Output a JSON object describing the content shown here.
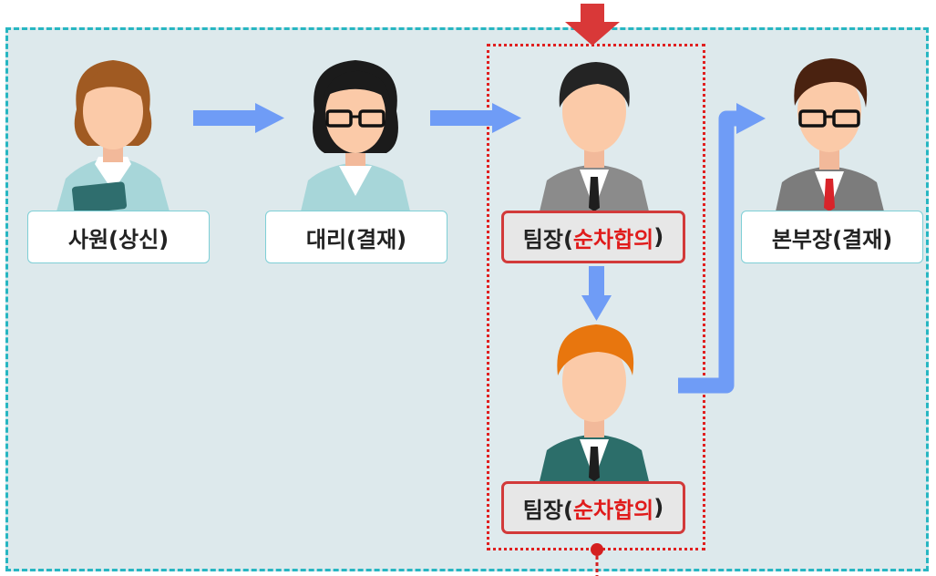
{
  "roles": [
    {
      "id": "employee",
      "text": "사원(상신)"
    },
    {
      "id": "assistant",
      "text": "대리(결재)"
    },
    {
      "id": "team-leader-1",
      "text_main": "팀장(",
      "text_highlight": "순차합의",
      "text_end": ")"
    },
    {
      "id": "division-head",
      "text": "본부장(결재)"
    },
    {
      "id": "team-leader-2",
      "text_main": "팀장(",
      "text_highlight": "순차합의",
      "text_end": ")"
    }
  ],
  "colors": {
    "panel_bg": "#dde9ec",
    "panel_border": "#27b6c2",
    "flow_arrow": "#6f9cf6",
    "highlight": "#e02020",
    "label_alert_border": "#d23a3a",
    "highlight_text": "#e01b1b"
  }
}
